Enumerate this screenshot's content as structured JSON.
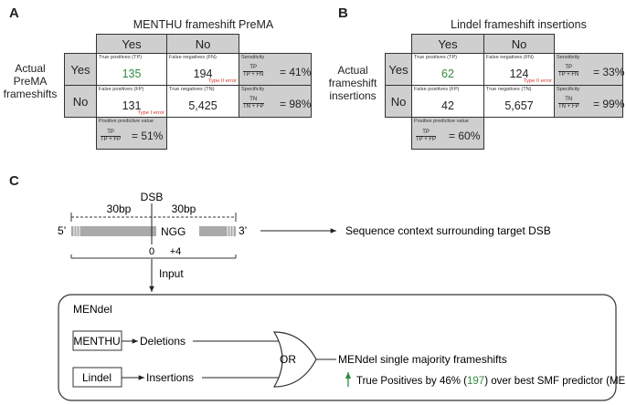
{
  "panel_a": {
    "letter": "A",
    "title": "MENTHU frameshift PreMA",
    "col_yes": "Yes",
    "col_no": "No",
    "row_yes": "Yes",
    "row_no": "No",
    "row_axis": [
      "Actual",
      "PreMA",
      "frameshifts"
    ],
    "tp_label": "True positives (TP)",
    "tp_value": "135",
    "fn_label": "False negatives (FN)",
    "fn_value": "194",
    "fn_error": "Type II error",
    "fp_label": "False positives (FP)",
    "fp_value": "131",
    "fp_error": "Type I error",
    "tn_label": "True negatives (TN)",
    "tn_value": "5,425",
    "sens_label": "Sensitivity",
    "sens_num": "TP",
    "sens_den": "TP + FN",
    "sens_value": "= 41%",
    "spec_label": "Specificity",
    "spec_num": "TN",
    "spec_den": "TN + FP",
    "spec_value": "= 98%",
    "ppv_label": "Positive predictive value",
    "ppv_num": "TP",
    "ppv_den": "TP + FP",
    "ppv_value": "= 51%"
  },
  "panel_b": {
    "letter": "B",
    "title": "Lindel frameshift insertions",
    "col_yes": "Yes",
    "col_no": "No",
    "row_yes": "Yes",
    "row_no": "No",
    "row_axis": [
      "Actual",
      "frameshift",
      "insertions"
    ],
    "tp_label": "True positives (TP)",
    "tp_value": "62",
    "fn_label": "False negatives (FN)",
    "fn_value": "124",
    "fn_error": "Type II error",
    "fp_label": "False positives (FP)",
    "fp_value": "42",
    "tn_label": "True negatives (TN)",
    "tn_value": "5,657",
    "sens_label": "Sensitivity",
    "sens_num": "TP",
    "sens_den": "TP + FN",
    "sens_value": "= 33%",
    "spec_label": "Specificity",
    "spec_num": "TN",
    "spec_den": "TN + FP",
    "spec_value": "= 99%",
    "ppv_label": "Positive predictive value",
    "ppv_num": "TP",
    "ppv_den": "TP + FP",
    "ppv_value": "= 60%"
  },
  "panel_c": {
    "letter": "C",
    "dsb": "DSB",
    "left_bp": "30bp",
    "right_bp": "30bp",
    "five_prime": "5’",
    "three_prime": "3’",
    "ngg": "NGG",
    "pos_zero": "0",
    "pos_plus4": "+4",
    "context_label": "Sequence context surrounding target DSB",
    "input_label": "Input",
    "box_title": "MENdel",
    "menthu": "MENTHU",
    "deletions": "Deletions",
    "lindel": "Lindel",
    "insertions": "Insertions",
    "or_label": "OR",
    "result": "MENdel single majority frameshifts",
    "improve_prefix": "True Positives by 46% (",
    "improve_num": "197",
    "improve_suffix": ") over best SMF predictor (MENTHU)"
  },
  "colors": {
    "green": "#2e8b3e",
    "error_red": "#d9342b",
    "grey_cell": "#cfcfcf"
  }
}
